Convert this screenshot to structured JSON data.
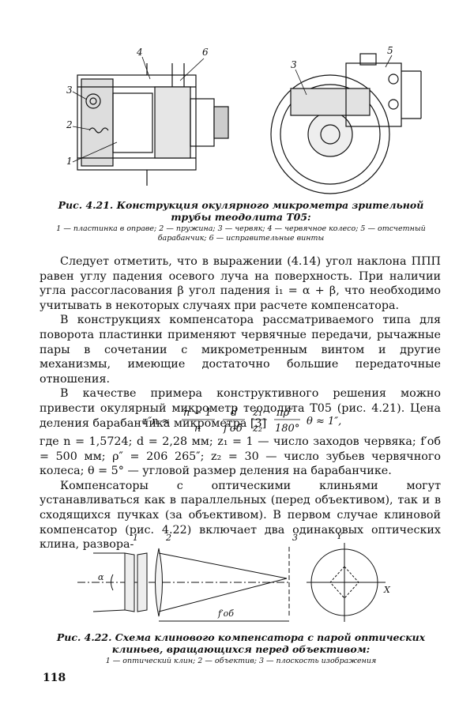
{
  "figure1": {
    "labels": [
      "3",
      "2",
      "1",
      "4",
      "6",
      "3",
      "5"
    ],
    "caption": "Рис. 4.21. Конструкция окулярного микрометра зрительной трубы теодолита Т05:",
    "legend": "1 — пластинка в оправе; 2 — пружина; 3 — червяк; 4 — червячное колесо; 5 — отсчетный барабанчик; 6 — исправительные винты"
  },
  "paragraphs": [
    "Следует отметить, что в выражении (4.14) угол наклона ППП равен углу падения осевого луча на поверхность. При наличии угла рассогласования β угол падения i₁ = α + β, что необходимо учитывать в некоторых случаях при расчете компенсатора.",
    "В конструкциях компенсатора рассматриваемого типа для поворота пластинки применяют червячные передачи, рычажные пары в сочетании с микрометренным винтом и другие механизмы, имеющие достаточно большие передаточные отношения.",
    "В качестве примера конструктивного решения можно привести окулярный микрометр теодолита Т05 (рис. 4.21). Цена деления барабанчика микрометра [3]"
  ],
  "formula": {
    "lhs": "τ″п ≈",
    "num1": "n − 1",
    "den1": "n",
    "num2": "d",
    "den2": "f′об",
    "num3": "z₁",
    "den3": "z₂",
    "num4": "πρ″",
    "den4": "180°",
    "rhs": "θ ≈ 1″,"
  },
  "paragraph_where": "где n = 1,5724; d = 2,28 мм; z₁ = 1 — число заходов червяка; f′об = 500 мм; ρ″ = 206 265″; z₂ = 30 — число зубьев червячного колеса; θ = 5° — угловой размер деления на барабанчике.",
  "paragraph_last": "Компенсаторы с оптическими клиньями могут устанавливаться как в параллельных (перед объективом), так и в сходящихся пучках (за объективом). В первом случае клиновой компенсатор (рис. 4.22) включает два одинаковых оптических клина, развора-",
  "figure2": {
    "labels": [
      "1",
      "2",
      "3",
      "Y",
      "X",
      "α",
      "f′об"
    ],
    "caption": "Рис. 4.22. Схема клинового компенсатора с парой оптических клиньев, вращающихся перед объективом:",
    "legend": "1 — оптический клин; 2 — объектив; 3 — плоскость изображения"
  },
  "page_number": "118"
}
